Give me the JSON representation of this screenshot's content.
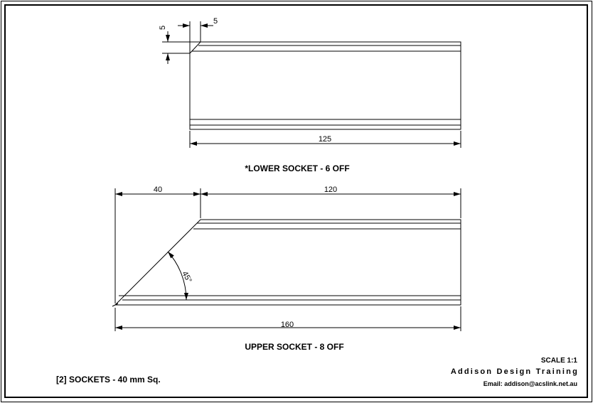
{
  "lower_socket": {
    "dim_top_width": "5",
    "dim_side_height": "5",
    "dim_length": "125",
    "title": "*LOWER SOCKET - 6 OFF"
  },
  "upper_socket": {
    "dim_taper": "40",
    "dim_straight": "120",
    "dim_angle": "45°",
    "dim_total": "160",
    "title": "UPPER SOCKET - 8 OFF"
  },
  "title_block": {
    "scale": "SCALE 1:1",
    "company": "Addison Design Training",
    "email": "Email: addison@acslink.net.au",
    "note": "[2] SOCKETS - 40 mm Sq."
  }
}
